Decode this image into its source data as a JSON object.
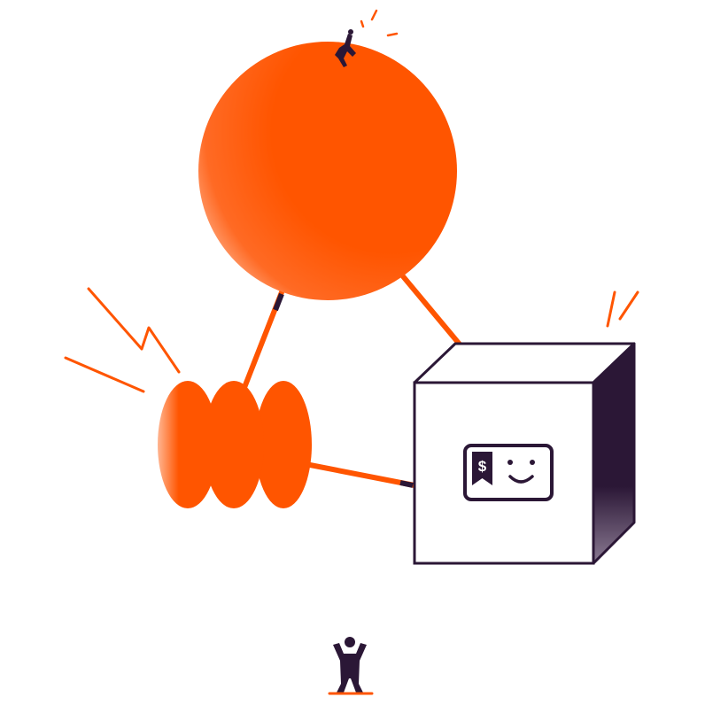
{
  "colors": {
    "background": "#ffffff",
    "orange": "#ff5500",
    "dark_purple": "#2b1736",
    "ground_orange": "#ff5500"
  },
  "illustration": {
    "elements": [
      "large-orange-sphere",
      "tiny-climber-figure",
      "triple-orange-disc-cluster",
      "white-cube",
      "payment-card-icon",
      "connector-lines",
      "spark-marks",
      "standing-person-figure"
    ],
    "card_icon": {
      "symbol": "$",
      "face": "smiley"
    }
  }
}
